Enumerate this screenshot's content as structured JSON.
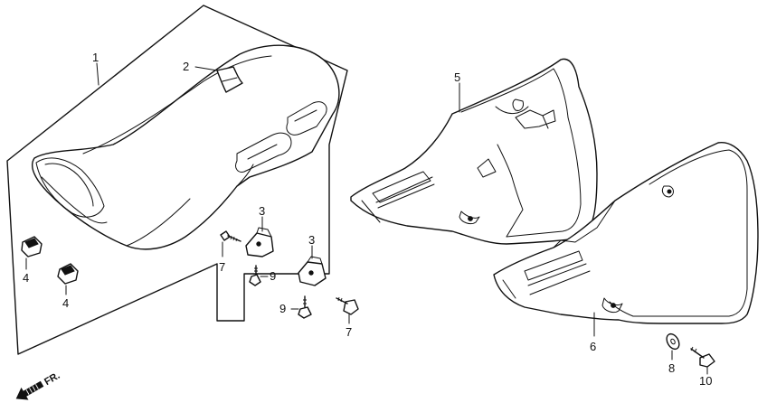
{
  "callouts": {
    "c1": "1",
    "c2": "2",
    "c3a": "3",
    "c3b": "3",
    "c4a": "4",
    "c4b": "4",
    "c5": "5",
    "c6": "6",
    "c7a": "7",
    "c7b": "7",
    "c8": "8",
    "c9a": "9",
    "c9b": "9",
    "c10": "10"
  },
  "direction": {
    "label": "FR."
  }
}
